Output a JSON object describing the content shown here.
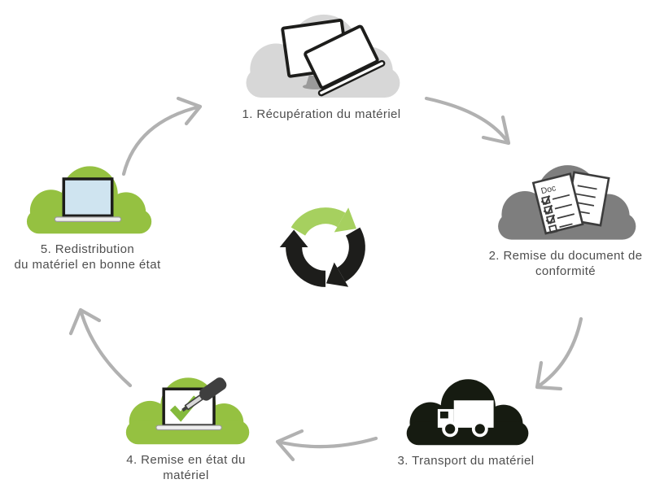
{
  "diagram": {
    "name": "cycle-recyclage-materiel",
    "colors": {
      "cloud_light_gray": "#d7d7d7",
      "cloud_gray": "#7e7e7e",
      "cloud_black": "#161b11",
      "cloud_green": "#95c141",
      "recycle_green": "#a6d05f",
      "recycle_black": "#1d1d1b",
      "connector_gray": "#b1b1b1",
      "label_gray": "#4e4e4e",
      "icon_stroke": "#1d1d1b",
      "white": "#ffffff",
      "screen_blue": "#cfe4f0",
      "check_green": "#84ba3c",
      "base_gray": "#eeeeee",
      "stand_gray": "#9a9a9a",
      "doc_stroke": "#3c3c3c",
      "tool_dark": "#3f3f3f",
      "tool_light": "#d8d8d8"
    },
    "steps": [
      {
        "number": 1,
        "label": "1. Récupération du matériel",
        "label_lines": [
          "1. Récupération du matériel"
        ],
        "icon": "computers",
        "cloud_color": "#d7d7d7"
      },
      {
        "number": 2,
        "label": "2. Remise du document de conformité",
        "label_lines": [
          "2. Remise du document de",
          "conformité"
        ],
        "icon": "documents",
        "doc_title": "Doc",
        "cloud_color": "#7e7e7e"
      },
      {
        "number": 3,
        "label": "3. Transport du matériel",
        "label_lines": [
          "3. Transport du matériel"
        ],
        "icon": "truck",
        "cloud_color": "#161b11"
      },
      {
        "number": 4,
        "label": "4. Remise en état du matériel",
        "label_lines": [
          "4. Remise en état du",
          "matériel"
        ],
        "icon": "laptop-repair",
        "cloud_color": "#95c141"
      },
      {
        "number": 5,
        "label": "5. Redistribution du matériel en bonne état",
        "label_lines": [
          "5. Redistribution",
          "du matériel en bonne état"
        ],
        "icon": "laptop",
        "cloud_color": "#95c141"
      }
    ],
    "center": {
      "icon": "recycle",
      "arrow_colors": [
        "green",
        "black",
        "black"
      ]
    },
    "flow": "clockwise"
  }
}
